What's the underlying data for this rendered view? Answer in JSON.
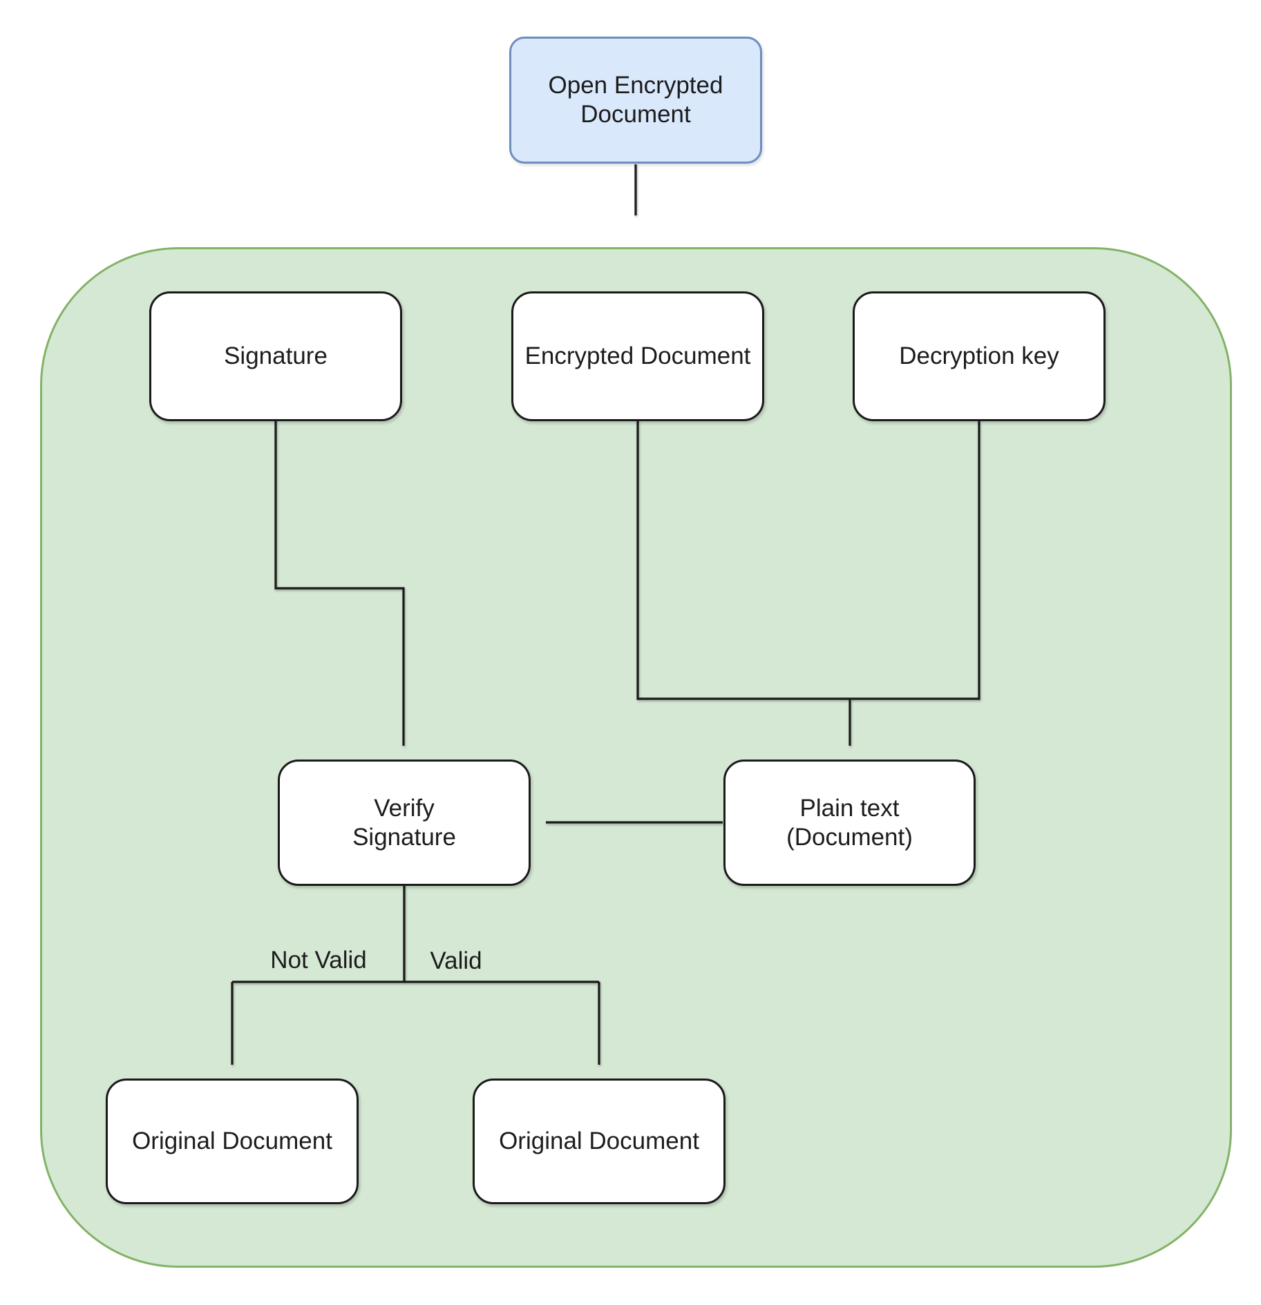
{
  "colors": {
    "background": "#ffffff",
    "start_fill": "#dae8fc",
    "start_stroke": "#6c8ebf",
    "container_fill": "#d5e8d4",
    "container_stroke": "#82b366",
    "node_fill": "#ffffff",
    "node_stroke": "#1a1a1a",
    "connector": "#1a1a1a",
    "text": "#1c1c1c"
  },
  "diagram": {
    "nodes": {
      "open_encrypted_document": {
        "label": "Open Encrypted\nDocument"
      },
      "signature": {
        "label": "Signature"
      },
      "encrypted_document": {
        "label": "Encrypted Document"
      },
      "decryption_key": {
        "label": "Decryption key"
      },
      "verify_signature": {
        "label": "Verify\nSignature"
      },
      "plain_text": {
        "label": "Plain text\n(Document)"
      },
      "original_document_not_valid": {
        "label": "Original Document"
      },
      "original_document_valid": {
        "label": "Original Document"
      }
    },
    "edges": [
      {
        "from": "open_encrypted_document",
        "to": "process_container",
        "label": ""
      },
      {
        "from": "signature",
        "to": "verify_signature",
        "label": ""
      },
      {
        "from": "encrypted_document",
        "to": "plain_text",
        "label": ""
      },
      {
        "from": "decryption_key",
        "to": "plain_text",
        "label": ""
      },
      {
        "from": "plain_text",
        "to": "verify_signature",
        "label": ""
      },
      {
        "from": "verify_signature",
        "to": "original_document_not_valid",
        "label": "Not Valid"
      },
      {
        "from": "verify_signature",
        "to": "original_document_valid",
        "label": "Valid"
      }
    ]
  }
}
